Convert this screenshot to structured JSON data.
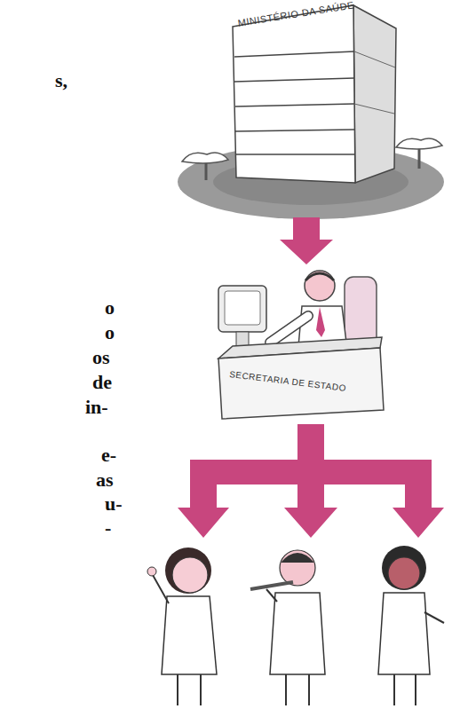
{
  "diagram": {
    "nodes": [
      {
        "text": [
          "MINISTÉRIO DA SAÚDE"
        ]
      },
      {
        "text": [
          "SECRETARIA DE ESTADO"
        ]
      }
    ],
    "edges": [
      {
        "from": 0,
        "to": 1,
        "arrow": "to"
      }
    ],
    "labels": [
      "s,",
      "o",
      "o",
      "os",
      "de",
      "in-",
      "e-",
      "as",
      "u-",
      "-"
    ]
  }
}
